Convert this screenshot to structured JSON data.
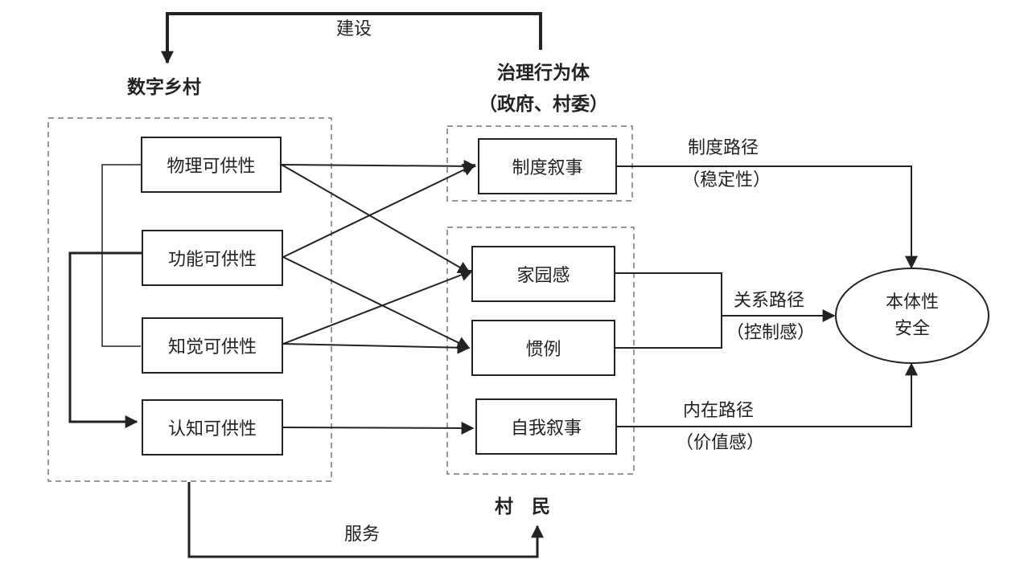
{
  "digital_village": {
    "title": "数字乡村",
    "affordances": [
      "物理可供性",
      "功能可供性",
      "知觉可供性",
      "认知可供性"
    ]
  },
  "governance": {
    "title": "治理行为体",
    "subtitle": "（政府、村委）",
    "item": "制度叙事"
  },
  "villagers": {
    "title": "村　民",
    "items": [
      "家园感",
      "惯例",
      "自我叙事"
    ]
  },
  "outcome": {
    "line1": "本体性",
    "line2": "安全"
  },
  "paths": {
    "institutional": {
      "label": "制度路径",
      "sub": "（稳定性）"
    },
    "relational": {
      "label": "关系路径",
      "sub": "（控制感）"
    },
    "internal": {
      "label": "内在路径",
      "sub": "（价值感）"
    }
  },
  "feedback": {
    "build": "建设",
    "serve": "服务"
  }
}
